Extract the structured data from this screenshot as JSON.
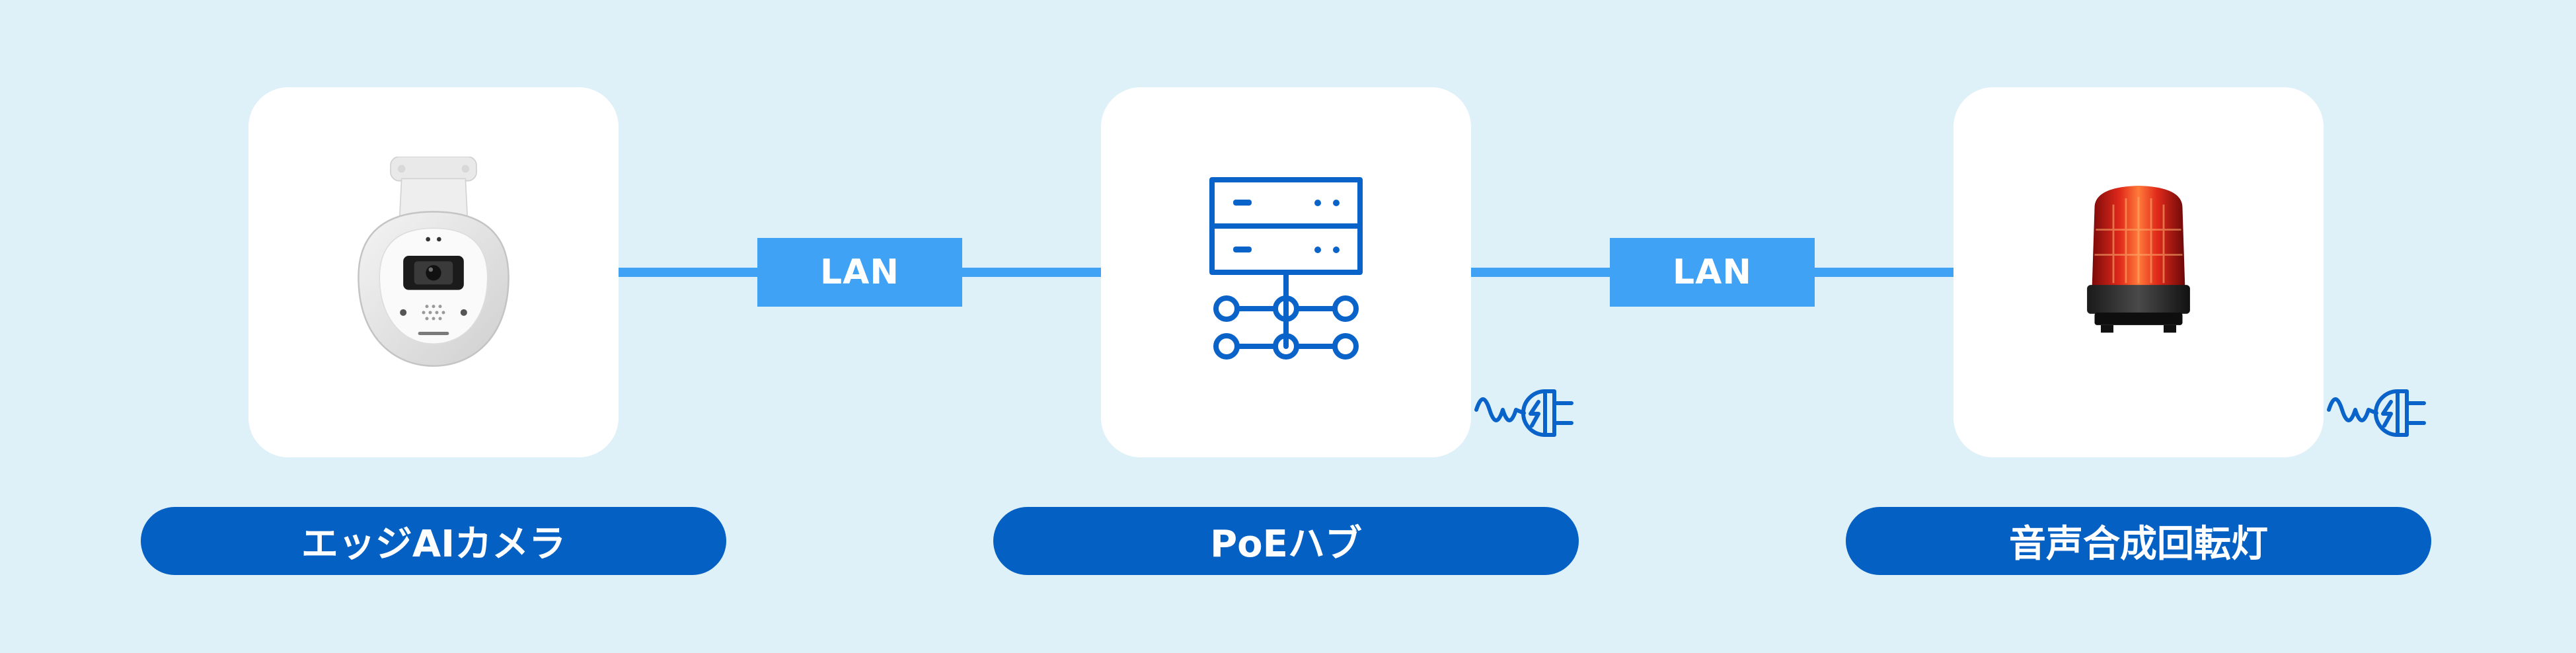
{
  "nodes": [
    {
      "label": "エッジAIカメラ",
      "icon": "security-camera-icon"
    },
    {
      "label": "PoEハブ",
      "icon": "network-hub-icon"
    },
    {
      "label": "音声合成回転灯",
      "icon": "rotating-signal-light-icon"
    }
  ],
  "links": [
    {
      "label": "LAN"
    },
    {
      "label": "LAN"
    }
  ],
  "colors": {
    "background": "#def1f9",
    "card": "#ffffff",
    "link": "#3fa2f5",
    "label_pill": "#0560c4",
    "icon_blue": "#0a63c9",
    "lamp_red": "#d41c1c"
  }
}
